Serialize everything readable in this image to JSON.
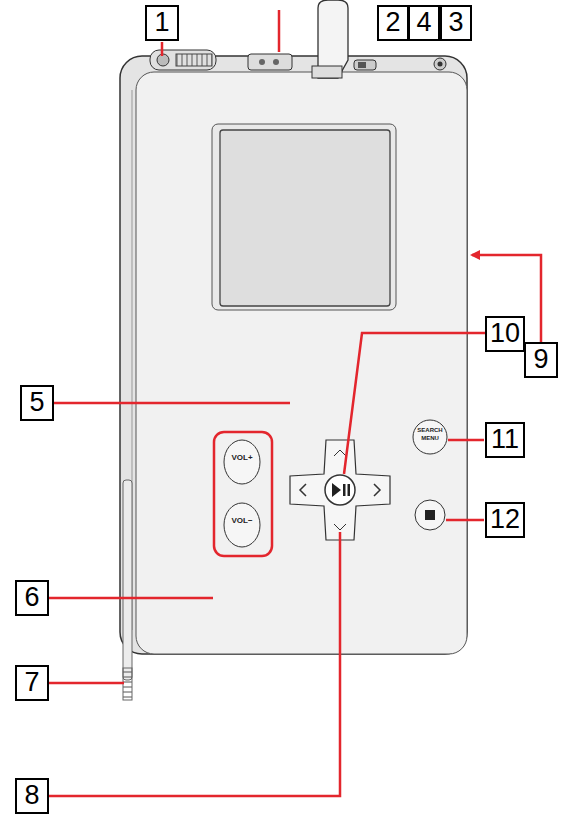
{
  "diagram": {
    "labels": [
      "1",
      "2",
      "4",
      "3",
      "5",
      "10",
      "11",
      "6",
      "12",
      "7",
      "8",
      "9",
      "VOL+",
      "VOL−",
      "SEARCH",
      "MENU"
    ]
  }
}
